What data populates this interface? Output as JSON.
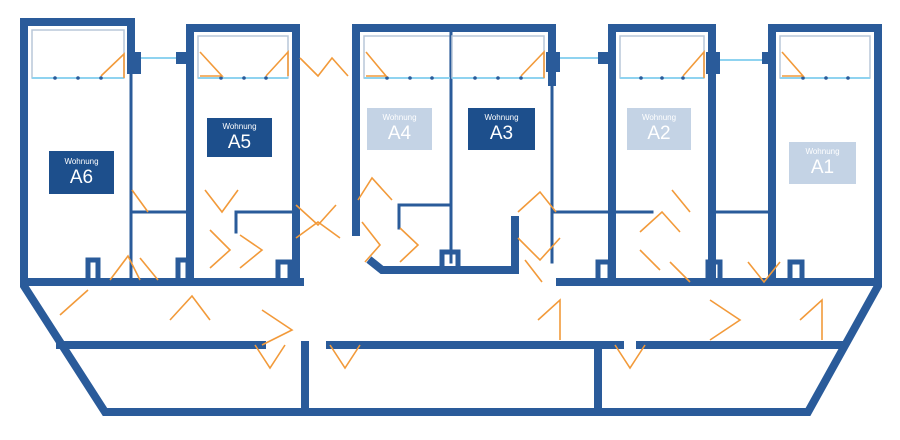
{
  "units": [
    {
      "caption": "Wohnung",
      "code": "A6",
      "state": "dark"
    },
    {
      "caption": "Wohnung",
      "code": "A5",
      "state": "dark"
    },
    {
      "caption": "Wohnung",
      "code": "A4",
      "state": "light"
    },
    {
      "caption": "Wohnung",
      "code": "A3",
      "state": "dark"
    },
    {
      "caption": "Wohnung",
      "code": "A2",
      "state": "light"
    },
    {
      "caption": "Wohnung",
      "code": "A1",
      "state": "light"
    }
  ],
  "colors": {
    "wall": "#2a5b9a",
    "door": "#f29a3a",
    "glass": "#8fd3f0",
    "label_dark": "#1d4f8c",
    "label_light": "#c4d3e5"
  }
}
